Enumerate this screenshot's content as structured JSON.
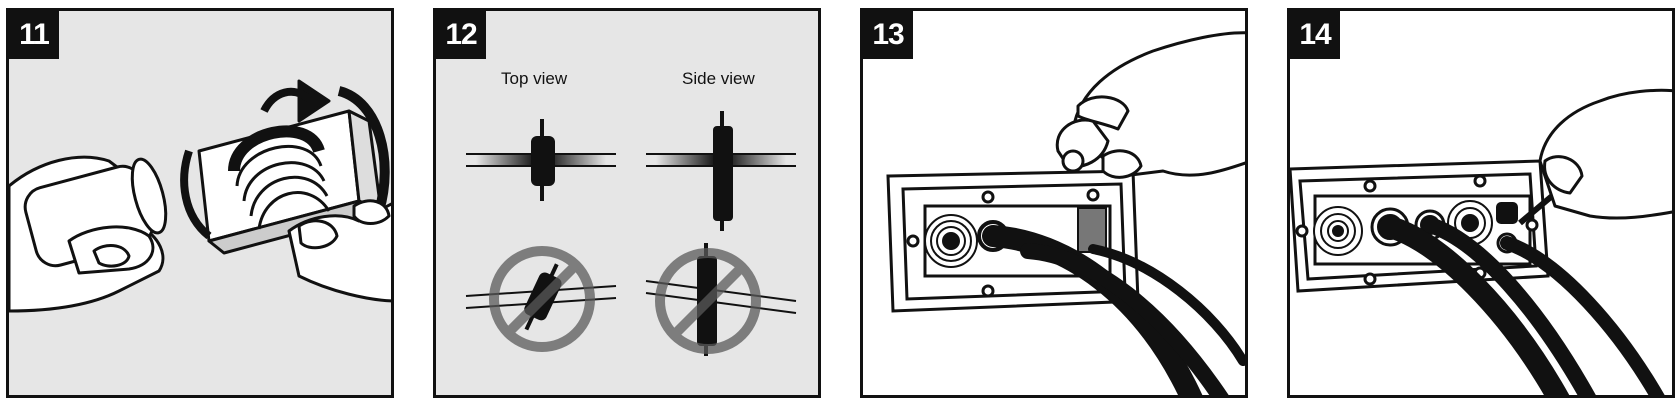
{
  "colors": {
    "panel_gray": "#e6e6e6",
    "panel_white": "#ffffff",
    "ink": "#111111",
    "prohibition": "#5a5a5a"
  },
  "steps": [
    {
      "number": "11",
      "background": "gray"
    },
    {
      "number": "12",
      "background": "gray",
      "labels": {
        "top_view": "Top view",
        "side_view": "Side view"
      }
    },
    {
      "number": "13",
      "background": "white"
    },
    {
      "number": "14",
      "background": "white"
    }
  ]
}
